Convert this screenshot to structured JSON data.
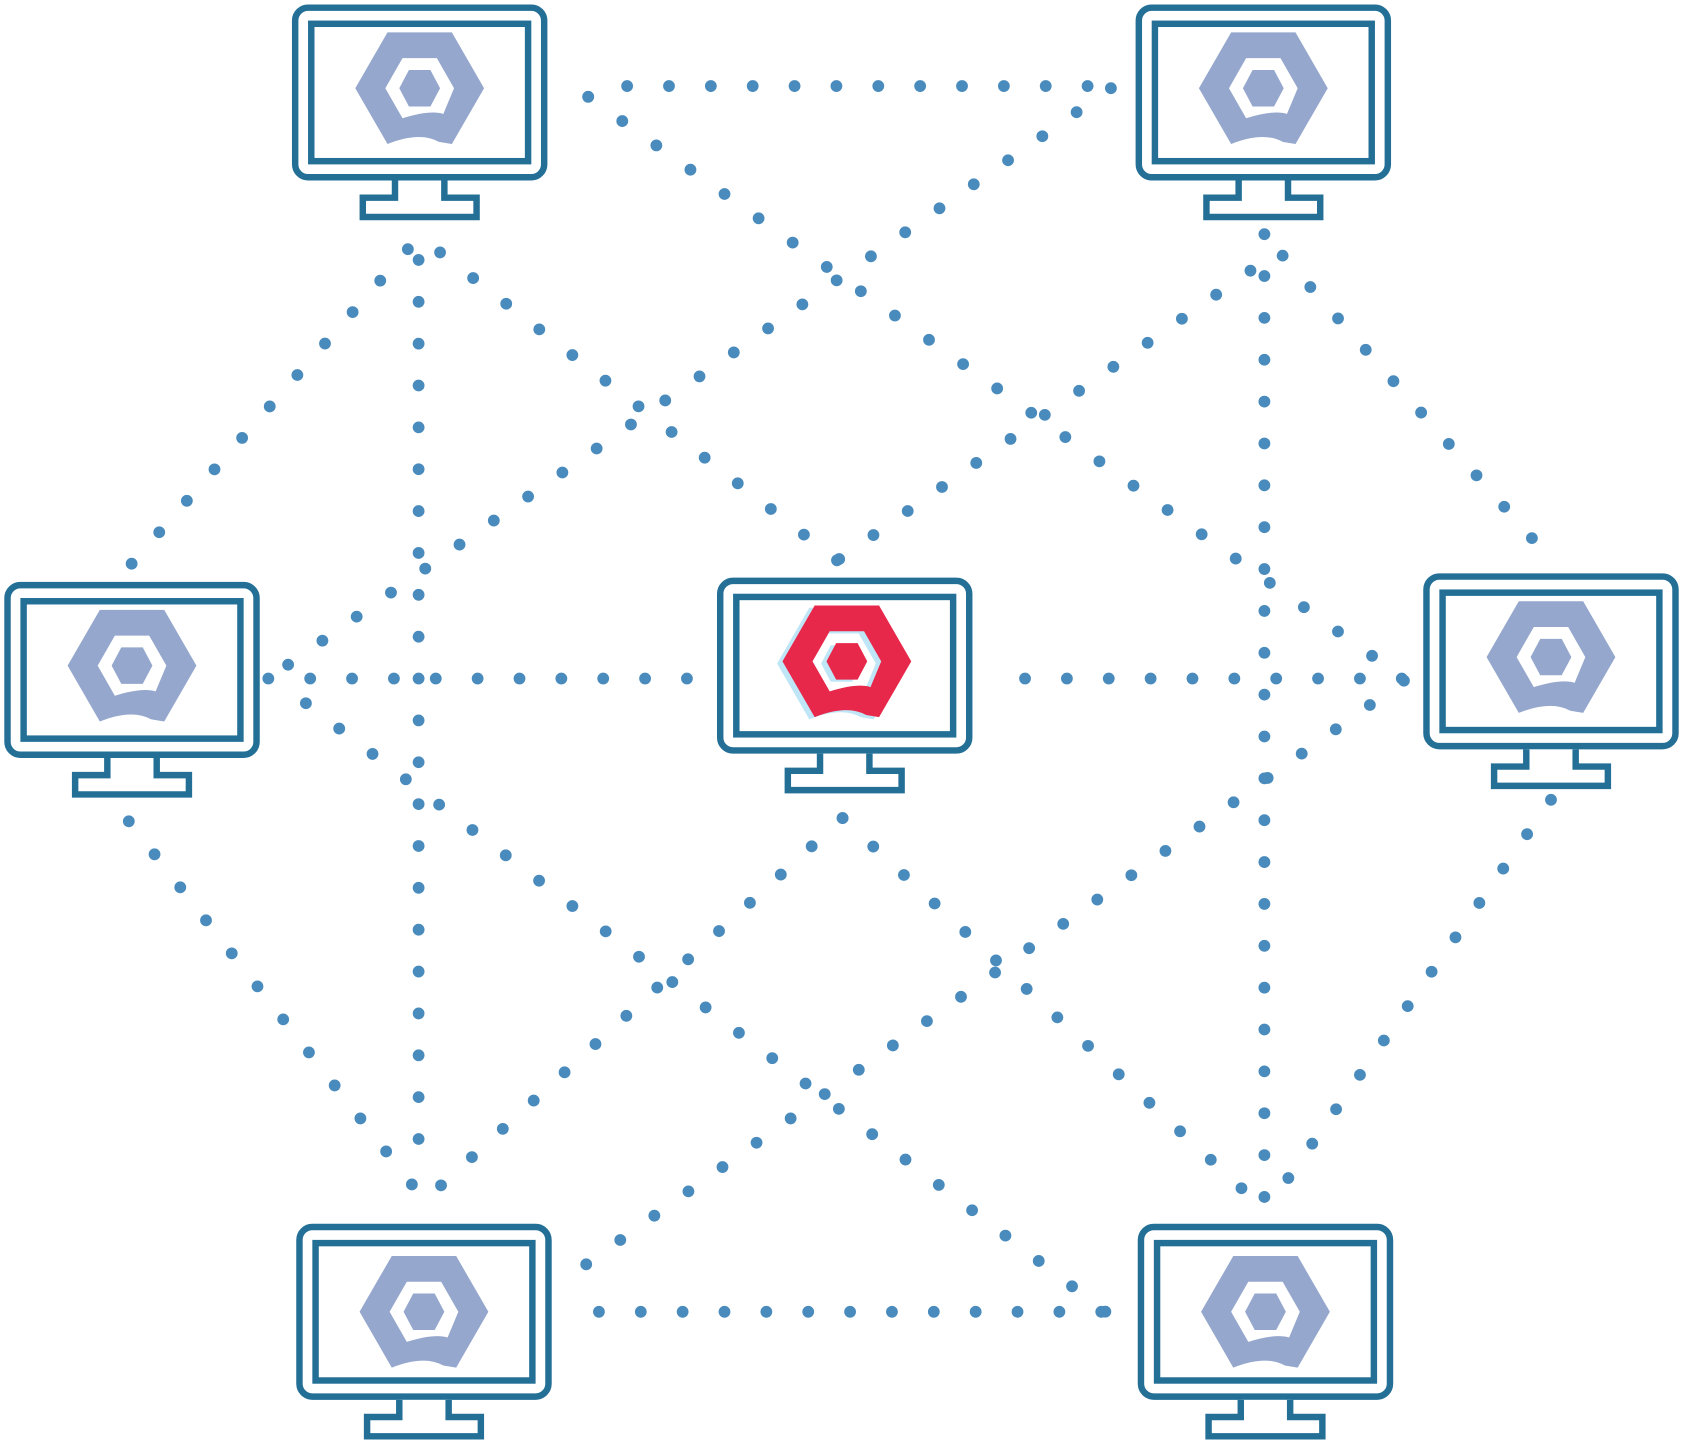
{
  "diagram": {
    "type": "mesh-network",
    "colors": {
      "monitor": "#236f96",
      "link": "#4a8bbd",
      "peer_logo": "#8a9dc8",
      "center_logo": "#e8284a"
    },
    "nodes": [
      {
        "id": "top-left",
        "role": "peer"
      },
      {
        "id": "top-right",
        "role": "peer"
      },
      {
        "id": "middle-left",
        "role": "peer"
      },
      {
        "id": "center",
        "role": "highlighted"
      },
      {
        "id": "middle-right",
        "role": "peer"
      },
      {
        "id": "bottom-left",
        "role": "peer"
      },
      {
        "id": "bottom-right",
        "role": "peer"
      }
    ],
    "links": [
      [
        "top-left",
        "top-right"
      ],
      [
        "top-left",
        "middle-right"
      ],
      [
        "top-right",
        "middle-left"
      ],
      [
        "top-left",
        "middle-left"
      ],
      [
        "top-left",
        "bottom-left"
      ],
      [
        "top-left",
        "center"
      ],
      [
        "top-right",
        "bottom-right"
      ],
      [
        "top-right",
        "middle-right"
      ],
      [
        "top-right",
        "center"
      ],
      [
        "middle-left",
        "center"
      ],
      [
        "center",
        "middle-right"
      ],
      [
        "middle-left",
        "bottom-right"
      ],
      [
        "middle-left",
        "bottom-left"
      ],
      [
        "center",
        "bottom-left"
      ],
      [
        "center",
        "bottom-right"
      ],
      [
        "middle-right",
        "bottom-left"
      ],
      [
        "middle-right",
        "bottom-right"
      ],
      [
        "bottom-left",
        "bottom-right"
      ]
    ]
  }
}
